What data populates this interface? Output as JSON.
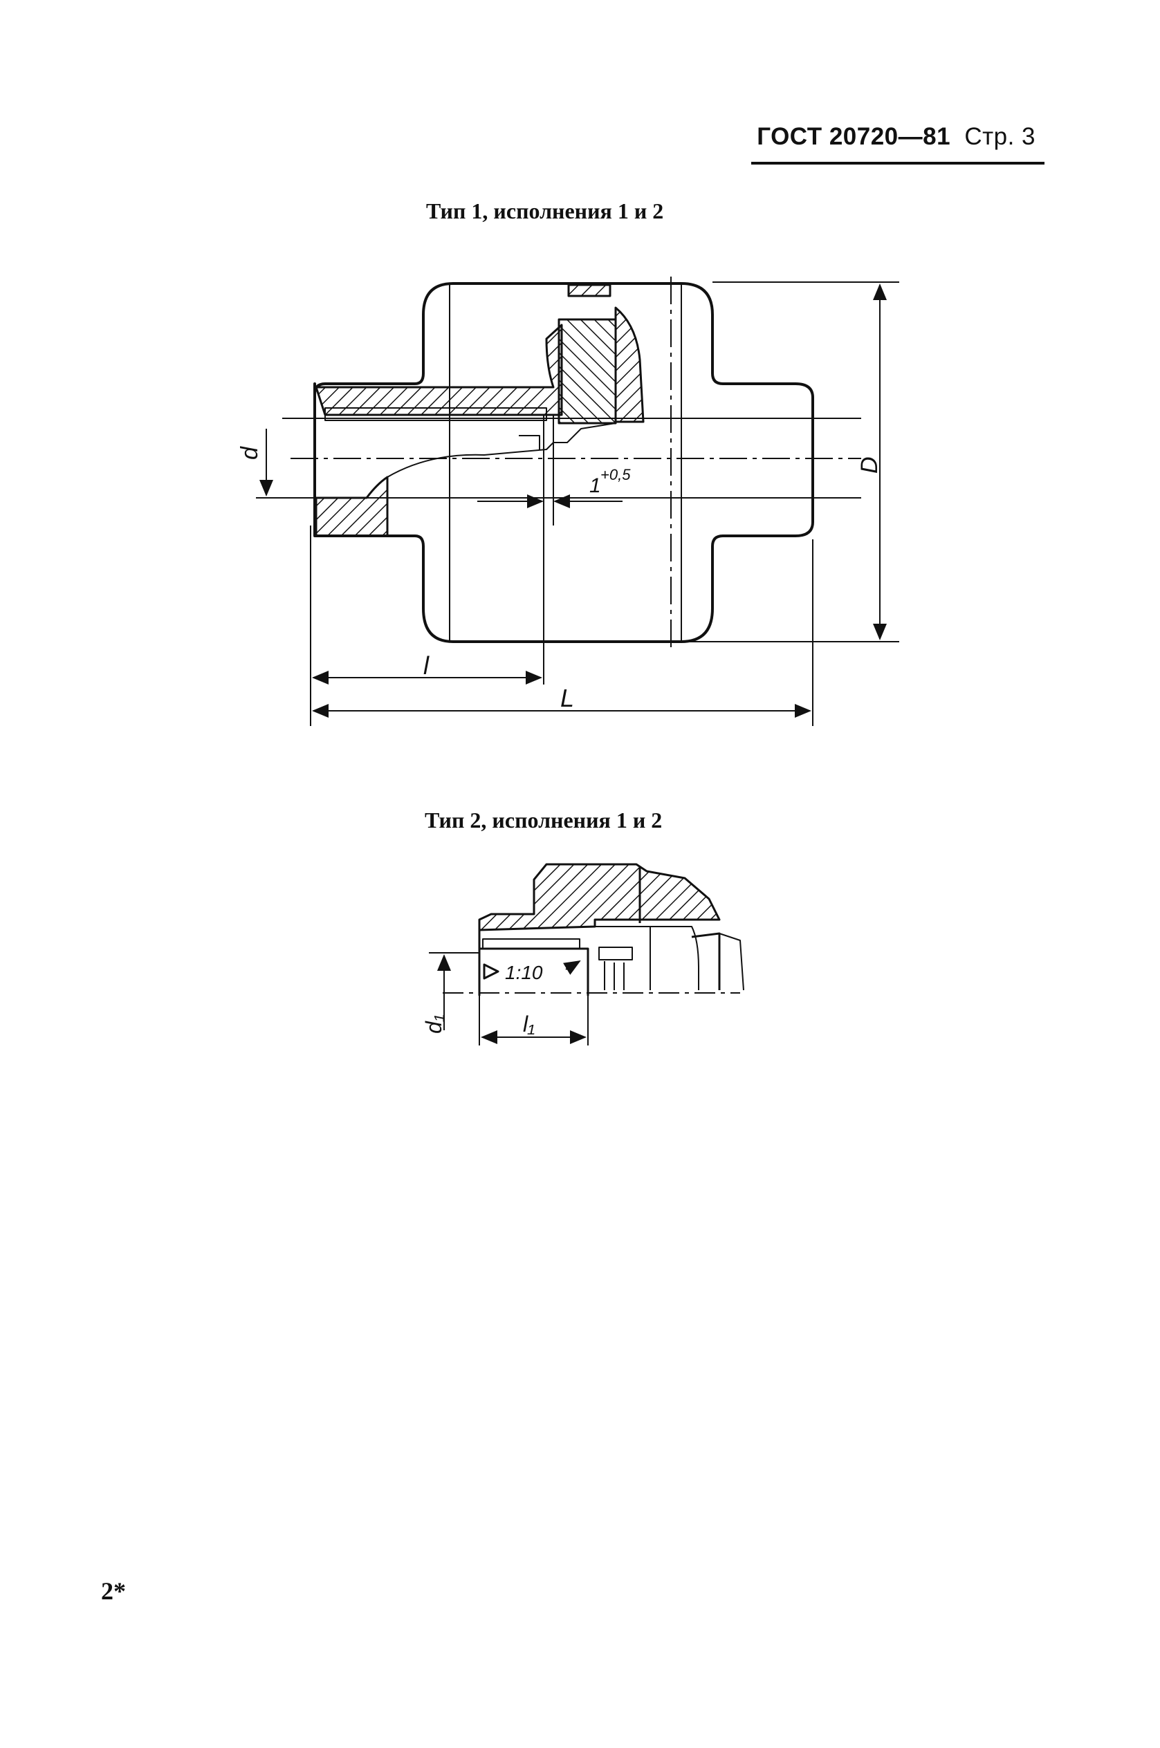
{
  "header": {
    "standard": "ГОСТ 20720—81",
    "page": "Стр. 3"
  },
  "figure1": {
    "caption": "Тип 1, исполнения 1 и 2",
    "labels": {
      "d": "d",
      "D": "D",
      "l": "l",
      "L": "L",
      "tolerance": "1",
      "tolerance_sup": "+0,5"
    }
  },
  "figure2": {
    "caption": "Тип 2, исполнения 1 и 2",
    "labels": {
      "d1": "d₁",
      "l1": "l₁",
      "taper": "1:10"
    }
  },
  "footer": {
    "mark": "2*"
  }
}
